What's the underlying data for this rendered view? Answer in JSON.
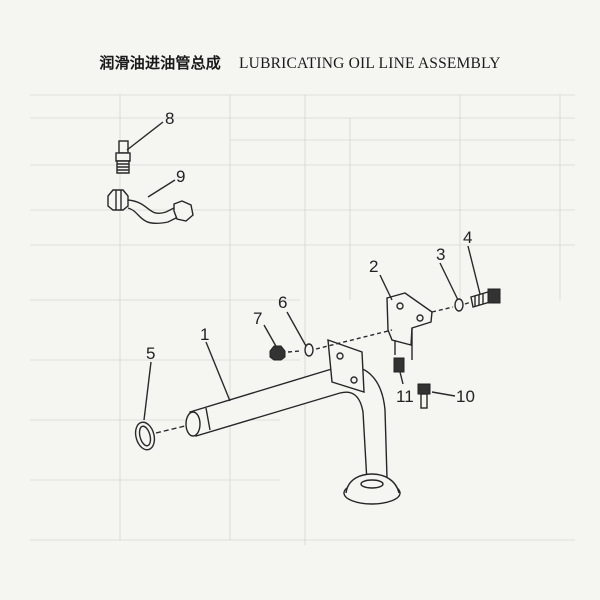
{
  "title": {
    "chinese": "润滑油进油管总成",
    "english": "LUBRICATING OIL LINE ASSEMBLY"
  },
  "callouts": [
    "1",
    "2",
    "3",
    "4",
    "5",
    "6",
    "7",
    "8",
    "9",
    "10",
    "11"
  ]
}
